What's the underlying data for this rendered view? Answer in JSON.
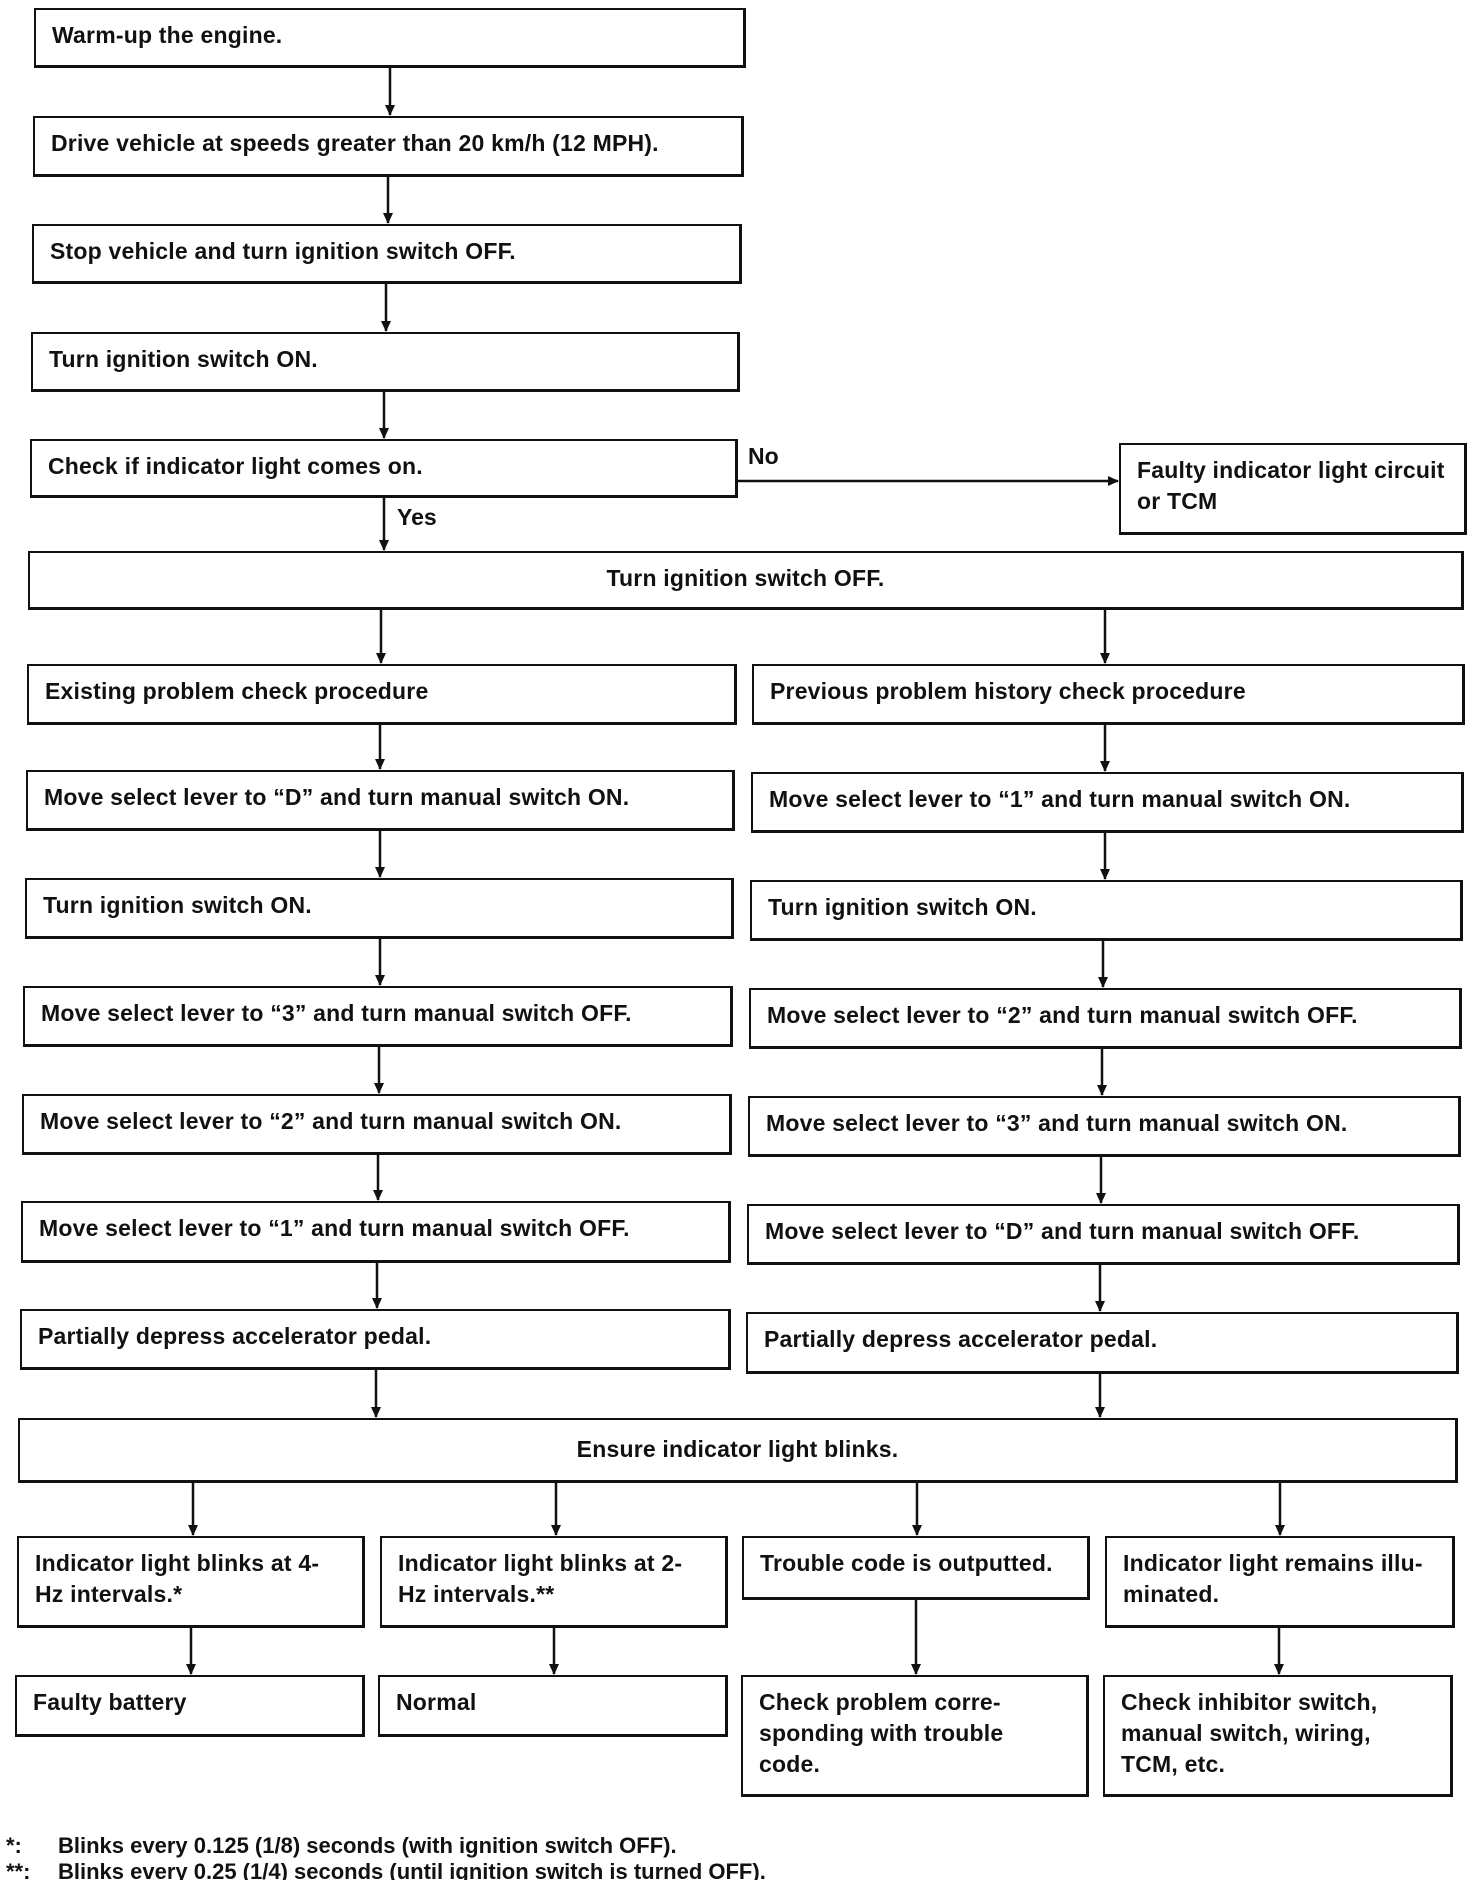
{
  "flow": {
    "warm_up": "Warm-up the engine.",
    "drive": "Drive vehicle at speeds greater than 20 km/h (12 MPH).",
    "stop": "Stop vehicle and turn ignition switch OFF.",
    "ign_on": "Turn ignition switch ON.",
    "check_light": "Check if indicator light comes on.",
    "no_label": "No",
    "yes_label": "Yes",
    "faulty_circuit": "Faulty indicator light circuit or TCM",
    "ign_off": "Turn ignition switch OFF.",
    "ensure_blink": "Ensure indicator light blinks."
  },
  "left_column": {
    "title": "Existing problem check procedure",
    "steps": [
      "Move select lever to “D” and turn manual switch ON.",
      "Turn ignition switch ON.",
      "Move select lever to “3” and turn manual switch OFF.",
      "Move select lever to “2” and turn manual switch ON.",
      "Move select lever to “1” and turn manual switch OFF.",
      "Partially depress accelerator pedal."
    ]
  },
  "right_column": {
    "title": "Previous problem history check procedure",
    "steps": [
      "Move select lever to “1” and turn manual switch ON.",
      "Turn ignition switch ON.",
      "Move select lever to “2” and turn manual switch OFF.",
      "Move select lever to “3” and turn manual switch ON.",
      "Move select lever to “D” and turn manual switch OFF.",
      "Partially depress accelerator pedal."
    ]
  },
  "outcomes": [
    {
      "condition": "Indicator light blinks at 4-Hz intervals.*",
      "result": "Faulty battery"
    },
    {
      "condition": "Indicator light blinks at 2-Hz intervals.**",
      "result": "Normal"
    },
    {
      "condition": "Trouble code is outputted.",
      "result": "Check problem corre-sponding with trouble code."
    },
    {
      "condition": "Indicator light remains illu-minated.",
      "result": "Check inhibitor switch, manual switch, wiring, TCM, etc."
    }
  ],
  "notes": [
    {
      "marker": "*:",
      "text": "Blinks every 0.125 (1/8) seconds (with ignition switch OFF)."
    },
    {
      "marker": "**:",
      "text": "Blinks every 0.25 (1/4) seconds (until ignition switch is turned OFF)."
    }
  ]
}
